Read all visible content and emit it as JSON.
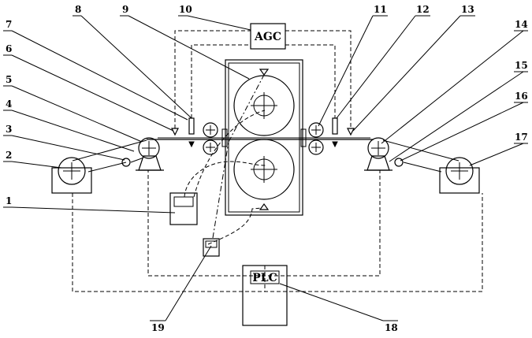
{
  "labels": {
    "agc": "AGC",
    "plc": "PLC"
  },
  "callouts": [
    "1",
    "2",
    "3",
    "4",
    "5",
    "6",
    "7",
    "8",
    "9",
    "10",
    "11",
    "12",
    "13",
    "14",
    "15",
    "16",
    "17",
    "18",
    "19"
  ]
}
